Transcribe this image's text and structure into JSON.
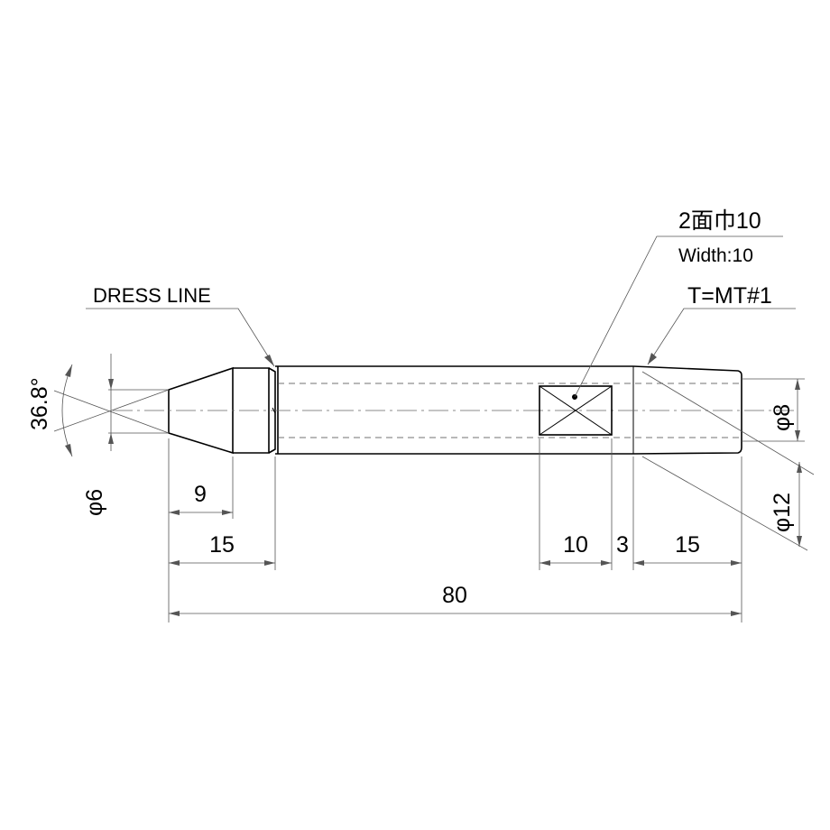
{
  "labels": {
    "flat_jp": "2面巾10",
    "flat_en": "Width:10",
    "taper": "T=MT#1",
    "dress_line": "DRESS LINE",
    "angle": "36.8°",
    "phi_tip": "φ6",
    "phi_shank": "φ8",
    "phi_taper": "φ12"
  },
  "dimensions": {
    "tip_cone": "9",
    "tip_total": "15",
    "flat_width": "10",
    "gap": "3",
    "taper_length": "15",
    "overall": "80"
  }
}
